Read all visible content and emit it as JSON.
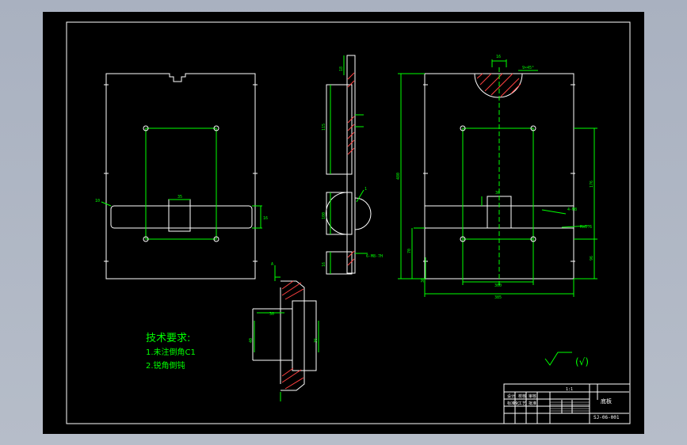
{
  "drawing": {
    "tech_requirements": {
      "title": "技术要求:",
      "items": [
        "1.未注倒角C1",
        "2.锐角倒钝"
      ]
    },
    "title_block": {
      "part_name": "底板",
      "scale": "1:1",
      "code": "SJ-06-001",
      "cells": [
        "设计",
        "校核",
        "审核",
        "标准化",
        "工艺",
        "批准"
      ]
    },
    "roughness_note": "(√)",
    "dimensions": {
      "top_slot": "16",
      "top_slot_right": "9×45°",
      "slot_width": "35",
      "left_slot_height": "16",
      "left_slot_label": "10",
      "side_width": "115",
      "side_mid": "100",
      "side_small": "16",
      "side_note": "6-M8-7H",
      "side_note2": "1",
      "side_hole": "18",
      "front_height": "480",
      "front_upper": "176",
      "front_lower": "96",
      "front_left_low": "70",
      "front_bottom_small": "30",
      "front_slot": "30",
      "hole_spacing": "300",
      "overall_width": "385",
      "right_tag": "4-M8",
      "right_tag2": "Ra1.6",
      "detail_a": "A",
      "detail_dim1": "30",
      "detail_dim2": "40",
      "detail_dim3": "36"
    }
  },
  "colors": {
    "line": "#ffffff",
    "dim": "#00ff00",
    "hatch": "#ff4040",
    "text": "#00ff00"
  }
}
